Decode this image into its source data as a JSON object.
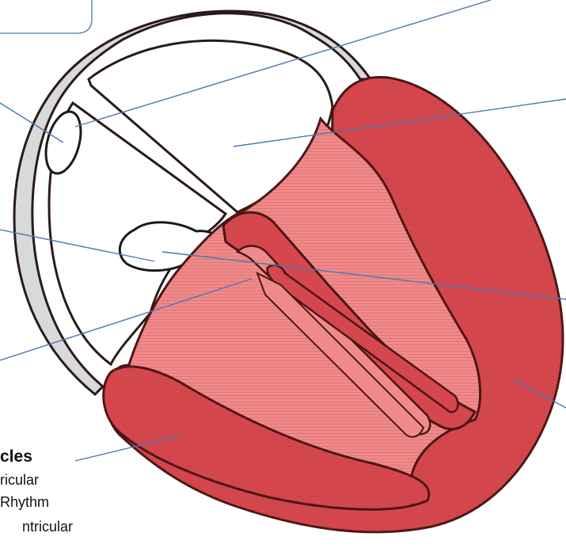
{
  "labels": {
    "ventricles_heading": "cles",
    "ventricular_line": "ricular",
    "rhythm_line": "Rhythm",
    "cutoff_line": "ntricular"
  },
  "colors": {
    "muscle_light": "#f08a8a",
    "muscle_dark": "#d5474d",
    "outline": "#2a1a1a",
    "skeleton_gray": "#d9d9d9",
    "leader_line": "#4a78b5",
    "chamber_white": "#ffffff"
  }
}
